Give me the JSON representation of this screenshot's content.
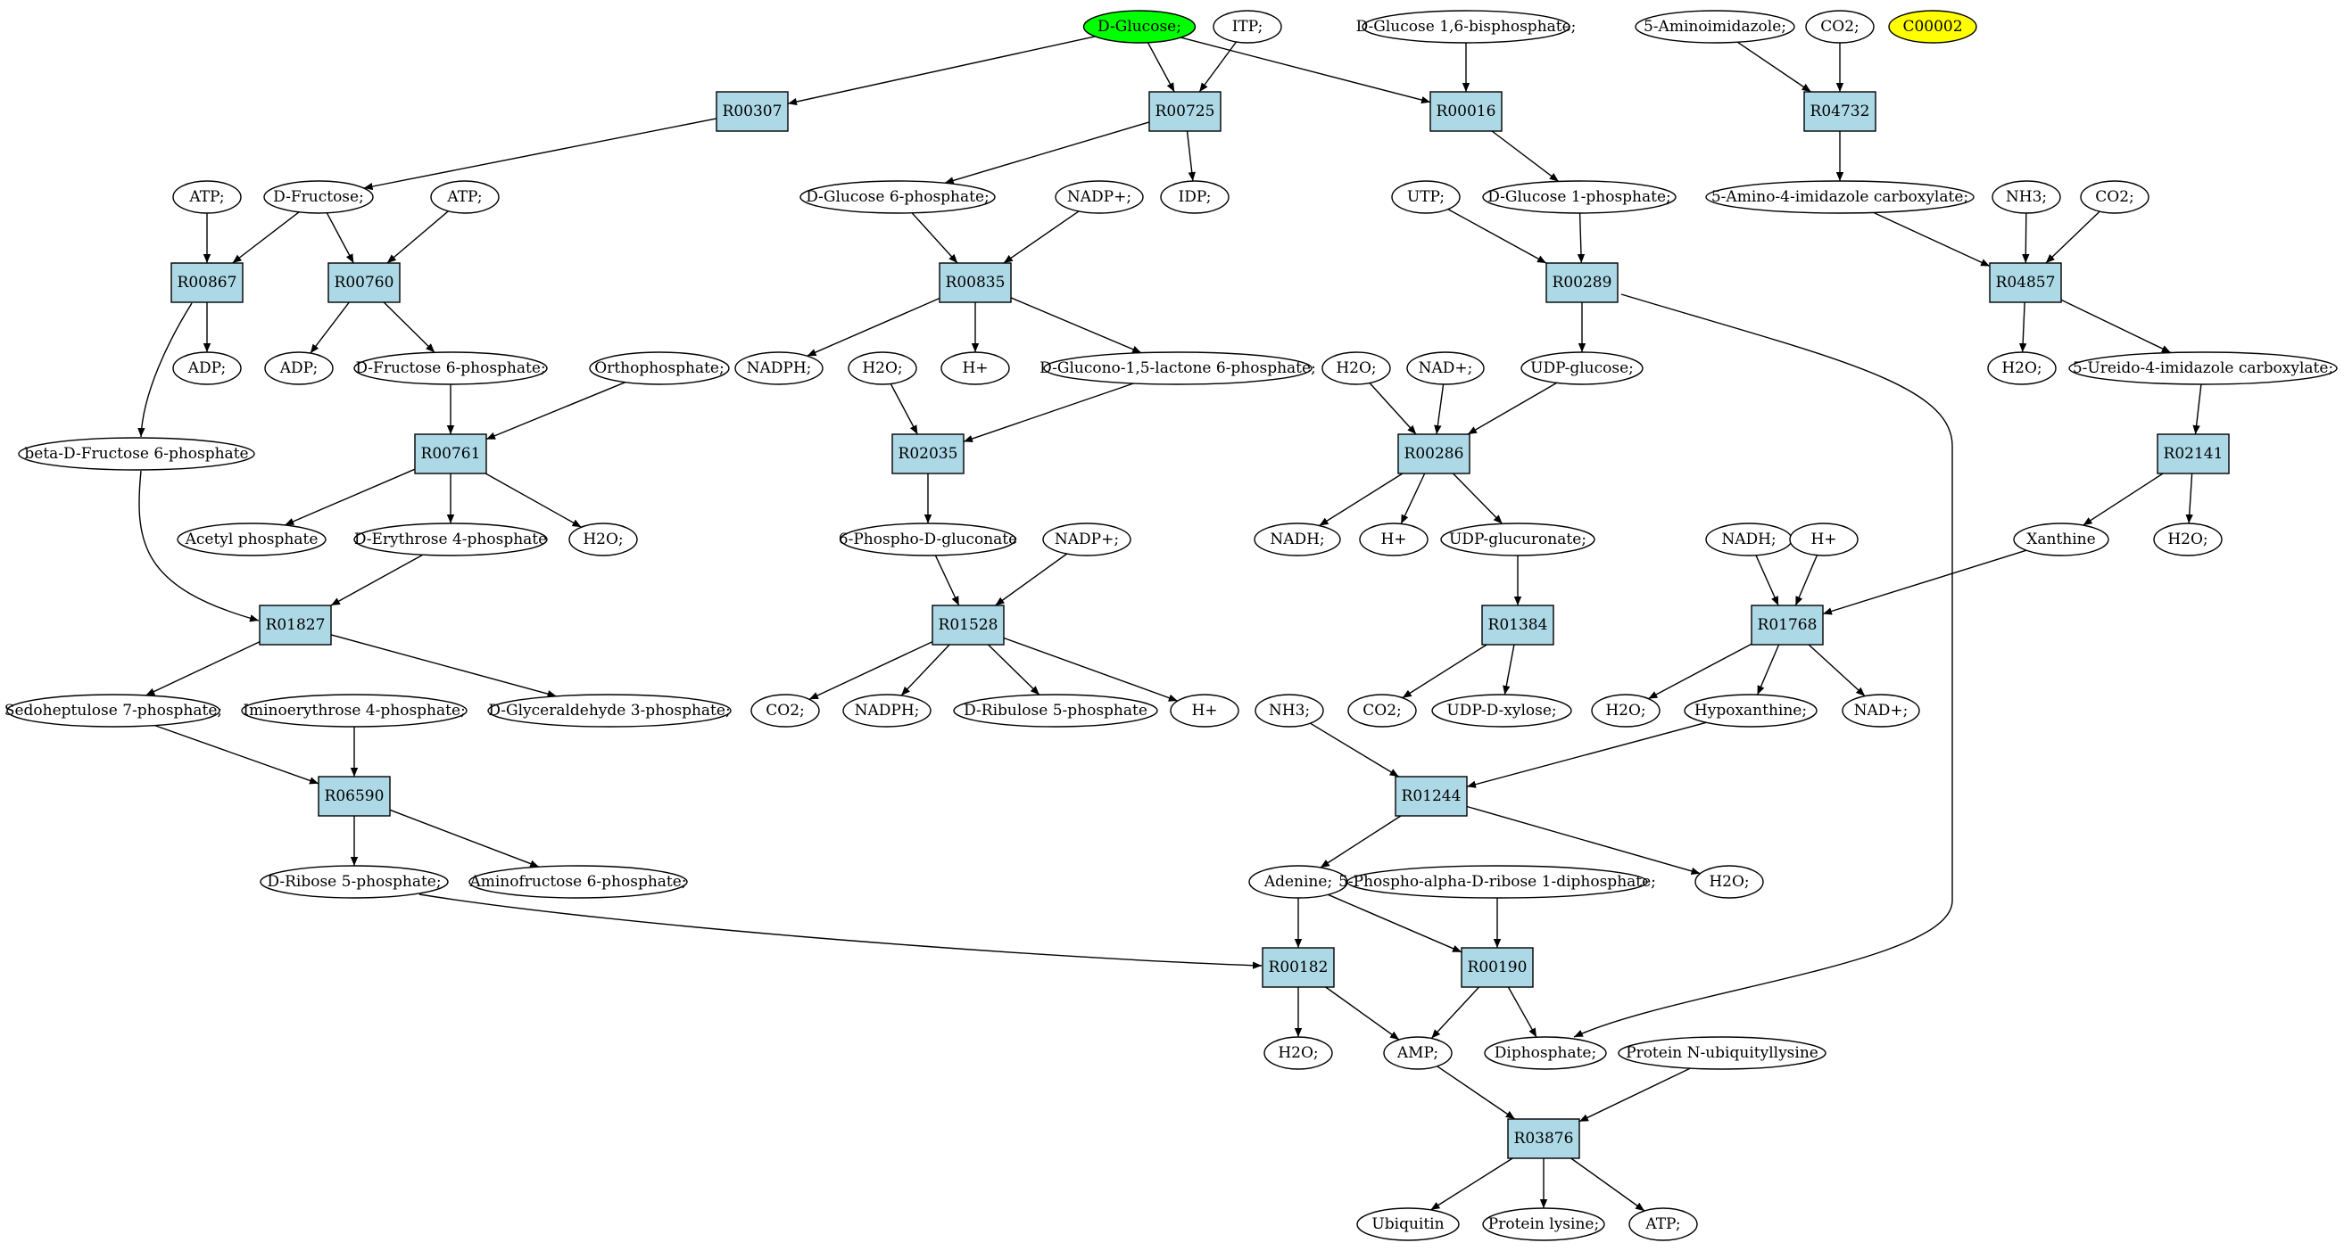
{
  "colors": {
    "reaction_fill": "#add8e6",
    "compound_fill": "#ffffff",
    "highlight_green": "#00ff00",
    "highlight_yellow": "#ffff00",
    "stroke": "#000000"
  },
  "nodes": [
    {
      "id": "dglucose",
      "label": "D-Glucose;",
      "type": "compound",
      "fill": "highlight_green"
    },
    {
      "id": "itp",
      "label": "ITP;",
      "type": "compound"
    },
    {
      "id": "dg16bp",
      "label": "D-Glucose 1,6-bisphosphate;",
      "type": "compound"
    },
    {
      "id": "aminoimid",
      "label": "5-Aminoimidazole;",
      "type": "compound"
    },
    {
      "id": "co2_top",
      "label": "CO2;",
      "type": "compound"
    },
    {
      "id": "c00002",
      "label": "C00002",
      "type": "compound",
      "fill": "highlight_yellow"
    },
    {
      "id": "r00307",
      "label": "R00307",
      "type": "reaction"
    },
    {
      "id": "r00725",
      "label": "R00725",
      "type": "reaction"
    },
    {
      "id": "r00016",
      "label": "R00016",
      "type": "reaction"
    },
    {
      "id": "r04732",
      "label": "R04732",
      "type": "reaction"
    },
    {
      "id": "atp_a",
      "label": "ATP;",
      "type": "compound"
    },
    {
      "id": "dfructose",
      "label": "D-Fructose;",
      "type": "compound"
    },
    {
      "id": "atp_b",
      "label": "ATP;",
      "type": "compound"
    },
    {
      "id": "dg6p",
      "label": "D-Glucose 6-phosphate;",
      "type": "compound"
    },
    {
      "id": "nadp_a",
      "label": "NADP+;",
      "type": "compound"
    },
    {
      "id": "idp",
      "label": "IDP;",
      "type": "compound"
    },
    {
      "id": "utp",
      "label": "UTP;",
      "type": "compound"
    },
    {
      "id": "dg1p",
      "label": "D-Glucose 1-phosphate;",
      "type": "compound"
    },
    {
      "id": "aicarbox",
      "label": "5-Amino-4-imidazole carboxylate;",
      "type": "compound"
    },
    {
      "id": "nh3_a",
      "label": "NH3;",
      "type": "compound"
    },
    {
      "id": "co2_b",
      "label": "CO2;",
      "type": "compound"
    },
    {
      "id": "r00867",
      "label": "R00867",
      "type": "reaction"
    },
    {
      "id": "r00760",
      "label": "R00760",
      "type": "reaction"
    },
    {
      "id": "r00835",
      "label": "R00835",
      "type": "reaction"
    },
    {
      "id": "r00289",
      "label": "R00289",
      "type": "reaction"
    },
    {
      "id": "r04857",
      "label": "R04857",
      "type": "reaction"
    },
    {
      "id": "adp_a",
      "label": "ADP;",
      "type": "compound"
    },
    {
      "id": "adp_b",
      "label": "ADP;",
      "type": "compound"
    },
    {
      "id": "df6p",
      "label": "D-Fructose 6-phosphate;",
      "type": "compound"
    },
    {
      "id": "orthophos",
      "label": "Orthophosphate;",
      "type": "compound"
    },
    {
      "id": "nadph_a",
      "label": "NADPH;",
      "type": "compound"
    },
    {
      "id": "h2o_a",
      "label": "H2O;",
      "type": "compound"
    },
    {
      "id": "hplus_a",
      "label": "H+",
      "type": "compound"
    },
    {
      "id": "dglucono",
      "label": "D-Glucono-1,5-lactone 6-phosphate;",
      "type": "compound"
    },
    {
      "id": "h2o_b",
      "label": "H2O;",
      "type": "compound"
    },
    {
      "id": "nad_a",
      "label": "NAD+;",
      "type": "compound"
    },
    {
      "id": "udpglucose",
      "label": "UDP-glucose;",
      "type": "compound"
    },
    {
      "id": "h2o_c",
      "label": "H2O;",
      "type": "compound"
    },
    {
      "id": "ureido",
      "label": "5-Ureido-4-imidazole carboxylate;",
      "type": "compound"
    },
    {
      "id": "bdf6p",
      "label": "beta-D-Fructose 6-phosphate",
      "type": "compound"
    },
    {
      "id": "r00761",
      "label": "R00761",
      "type": "reaction"
    },
    {
      "id": "r02035",
      "label": "R02035",
      "type": "reaction"
    },
    {
      "id": "r00286",
      "label": "R00286",
      "type": "reaction"
    },
    {
      "id": "r02141",
      "label": "R02141",
      "type": "reaction"
    },
    {
      "id": "acetylp",
      "label": "Acetyl phosphate",
      "type": "compound"
    },
    {
      "id": "de4p",
      "label": "D-Erythrose 4-phosphate",
      "type": "compound"
    },
    {
      "id": "h2o_d",
      "label": "H2O;",
      "type": "compound"
    },
    {
      "id": "phosphogluconate",
      "label": "6-Phospho-D-gluconate",
      "type": "compound"
    },
    {
      "id": "nadp_b",
      "label": "NADP+;",
      "type": "compound"
    },
    {
      "id": "nadh_a",
      "label": "NADH;",
      "type": "compound"
    },
    {
      "id": "hplus_b",
      "label": "H+",
      "type": "compound"
    },
    {
      "id": "udpglucuronate",
      "label": "UDP-glucuronate;",
      "type": "compound"
    },
    {
      "id": "nadh_b",
      "label": "NADH;",
      "type": "compound"
    },
    {
      "id": "hplus_c",
      "label": "H+",
      "type": "compound"
    },
    {
      "id": "xanthine",
      "label": "Xanthine",
      "type": "compound"
    },
    {
      "id": "h2o_e",
      "label": "H2O;",
      "type": "compound"
    },
    {
      "id": "r01827",
      "label": "R01827",
      "type": "reaction"
    },
    {
      "id": "r01528",
      "label": "R01528",
      "type": "reaction"
    },
    {
      "id": "r01384",
      "label": "R01384",
      "type": "reaction"
    },
    {
      "id": "r01768",
      "label": "R01768",
      "type": "reaction"
    },
    {
      "id": "sedohept",
      "label": "Sedoheptulose 7-phosphate;",
      "type": "compound"
    },
    {
      "id": "iminoeryth",
      "label": "Iminoerythrose 4-phosphate;",
      "type": "compound"
    },
    {
      "id": "dga3p",
      "label": "D-Glyceraldehyde 3-phosphate;",
      "type": "compound"
    },
    {
      "id": "co2_c",
      "label": "CO2;",
      "type": "compound"
    },
    {
      "id": "nadph_b",
      "label": "NADPH;",
      "type": "compound"
    },
    {
      "id": "dribulose",
      "label": "D-Ribulose 5-phosphate",
      "type": "compound"
    },
    {
      "id": "hplus_d",
      "label": "H+",
      "type": "compound"
    },
    {
      "id": "nh3_b",
      "label": "NH3;",
      "type": "compound"
    },
    {
      "id": "co2_d",
      "label": "CO2;",
      "type": "compound"
    },
    {
      "id": "udpxylose",
      "label": "UDP-D-xylose;",
      "type": "compound"
    },
    {
      "id": "h2o_f",
      "label": "H2O;",
      "type": "compound"
    },
    {
      "id": "hypoxanthine",
      "label": "Hypoxanthine;",
      "type": "compound"
    },
    {
      "id": "nad_b",
      "label": "NAD+;",
      "type": "compound"
    },
    {
      "id": "r06590",
      "label": "R06590",
      "type": "reaction"
    },
    {
      "id": "r01244",
      "label": "R01244",
      "type": "reaction"
    },
    {
      "id": "dr5p",
      "label": "D-Ribose 5-phosphate;",
      "type": "compound"
    },
    {
      "id": "aminofruct",
      "label": "Aminofructose 6-phosphate;",
      "type": "compound"
    },
    {
      "id": "adenine",
      "label": "Adenine;",
      "type": "compound"
    },
    {
      "id": "prpp",
      "label": "5-Phospho-alpha-D-ribose 1-diphosphate;",
      "type": "compound"
    },
    {
      "id": "h2o_g",
      "label": "H2O;",
      "type": "compound"
    },
    {
      "id": "r00182",
      "label": "R00182",
      "type": "reaction"
    },
    {
      "id": "r00190",
      "label": "R00190",
      "type": "reaction"
    },
    {
      "id": "h2o_h",
      "label": "H2O;",
      "type": "compound"
    },
    {
      "id": "amp",
      "label": "AMP;",
      "type": "compound"
    },
    {
      "id": "diphosphate",
      "label": "Diphosphate;",
      "type": "compound"
    },
    {
      "id": "protubiq",
      "label": "Protein N-ubiquityllysine",
      "type": "compound"
    },
    {
      "id": "r03876",
      "label": "R03876",
      "type": "reaction"
    },
    {
      "id": "ubiquitin",
      "label": "Ubiquitin",
      "type": "compound"
    },
    {
      "id": "protlysine",
      "label": "Protein lysine;",
      "type": "compound"
    },
    {
      "id": "atp_c",
      "label": "ATP;",
      "type": "compound"
    }
  ],
  "edges": [
    [
      "dglucose",
      "r00307"
    ],
    [
      "dglucose",
      "r00725"
    ],
    [
      "dglucose",
      "r00016"
    ],
    [
      "itp",
      "r00725"
    ],
    [
      "dg16bp",
      "r00016"
    ],
    [
      "aminoimid",
      "r04732"
    ],
    [
      "co2_top",
      "r04732"
    ],
    [
      "r00307",
      "dfructose"
    ],
    [
      "r00725",
      "dg6p"
    ],
    [
      "r00725",
      "idp"
    ],
    [
      "r00016",
      "dg1p"
    ],
    [
      "r04732",
      "aicarbox"
    ],
    [
      "atp_a",
      "r00867"
    ],
    [
      "dfructose",
      "r00867"
    ],
    [
      "dfructose",
      "r00760"
    ],
    [
      "atp_b",
      "r00760"
    ],
    [
      "dg6p",
      "r00835"
    ],
    [
      "nadp_a",
      "r00835"
    ],
    [
      "utp",
      "r00289"
    ],
    [
      "dg1p",
      "r00289"
    ],
    [
      "aicarbox",
      "r04857"
    ],
    [
      "nh3_a",
      "r04857"
    ],
    [
      "co2_b",
      "r04857"
    ],
    [
      "r00867",
      "adp_a"
    ],
    [
      "r00867",
      "bdf6p"
    ],
    [
      "r00760",
      "adp_b"
    ],
    [
      "r00760",
      "df6p"
    ],
    [
      "r00835",
      "nadph_a"
    ],
    [
      "r00835",
      "hplus_a"
    ],
    [
      "r00835",
      "dglucono"
    ],
    [
      "r00289",
      "udpglucose"
    ],
    [
      "r00289",
      "diphosphate"
    ],
    [
      "r04857",
      "h2o_c"
    ],
    [
      "r04857",
      "ureido"
    ],
    [
      "df6p",
      "r00761"
    ],
    [
      "orthophos",
      "r00761"
    ],
    [
      "h2o_a",
      "r02035"
    ],
    [
      "dglucono",
      "r02035"
    ],
    [
      "h2o_b",
      "r00286"
    ],
    [
      "nad_a",
      "r00286"
    ],
    [
      "udpglucose",
      "r00286"
    ],
    [
      "ureido",
      "r02141"
    ],
    [
      "r00761",
      "acetylp"
    ],
    [
      "r00761",
      "de4p"
    ],
    [
      "r00761",
      "h2o_d"
    ],
    [
      "r02035",
      "phosphogluconate"
    ],
    [
      "r00286",
      "nadh_a"
    ],
    [
      "r00286",
      "hplus_b"
    ],
    [
      "r00286",
      "udpglucuronate"
    ],
    [
      "r02141",
      "xanthine"
    ],
    [
      "r02141",
      "h2o_e"
    ],
    [
      "bdf6p",
      "r01827"
    ],
    [
      "de4p",
      "r01827"
    ],
    [
      "phosphogluconate",
      "r01528"
    ],
    [
      "nadp_b",
      "r01528"
    ],
    [
      "udpglucuronate",
      "r01384"
    ],
    [
      "nadh_b",
      "r01768"
    ],
    [
      "hplus_c",
      "r01768"
    ],
    [
      "xanthine",
      "r01768"
    ],
    [
      "r01827",
      "sedohept"
    ],
    [
      "r01827",
      "dga3p"
    ],
    [
      "r01528",
      "co2_c"
    ],
    [
      "r01528",
      "nadph_b"
    ],
    [
      "r01528",
      "dribulose"
    ],
    [
      "r01528",
      "hplus_d"
    ],
    [
      "r01384",
      "co2_d"
    ],
    [
      "r01384",
      "udpxylose"
    ],
    [
      "r01768",
      "h2o_f"
    ],
    [
      "r01768",
      "hypoxanthine"
    ],
    [
      "r01768",
      "nad_b"
    ],
    [
      "sedohept",
      "r06590"
    ],
    [
      "iminoeryth",
      "r06590"
    ],
    [
      "nh3_b",
      "r01244"
    ],
    [
      "hypoxanthine",
      "r01244"
    ],
    [
      "r06590",
      "dr5p"
    ],
    [
      "r06590",
      "aminofruct"
    ],
    [
      "r01244",
      "adenine"
    ],
    [
      "r01244",
      "h2o_g"
    ],
    [
      "dr5p",
      "r00182"
    ],
    [
      "adenine",
      "r00182"
    ],
    [
      "adenine",
      "r00190"
    ],
    [
      "prpp",
      "r00190"
    ],
    [
      "r00182",
      "h2o_h"
    ],
    [
      "r00182",
      "amp"
    ],
    [
      "r00190",
      "amp"
    ],
    [
      "r00190",
      "diphosphate"
    ],
    [
      "amp",
      "r03876"
    ],
    [
      "protubiq",
      "r03876"
    ],
    [
      "r03876",
      "ubiquitin"
    ],
    [
      "r03876",
      "protlysine"
    ],
    [
      "r03876",
      "atp_c"
    ]
  ]
}
